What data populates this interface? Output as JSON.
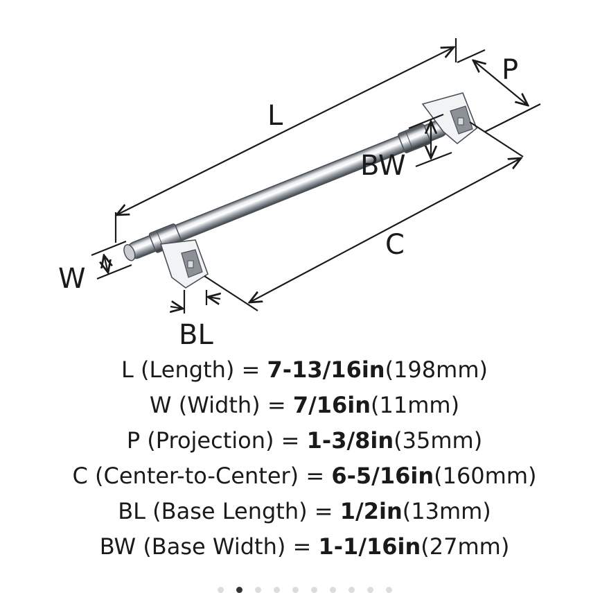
{
  "labels": {
    "L": "L",
    "P": "P",
    "BW": "BW",
    "C": "C",
    "W": "W",
    "BL": "BL"
  },
  "specs": [
    {
      "code": "L",
      "name": " (Length) = ",
      "imperial": "7-13/16in",
      "metric": "(198mm)"
    },
    {
      "code": "W",
      "name": " (Width) = ",
      "imperial": "7/16in",
      "metric": "(11mm)"
    },
    {
      "code": "P",
      "name": " (Projection) = ",
      "imperial": "1-3/8in",
      "metric": "(35mm)"
    },
    {
      "code": "C",
      "name": " (Center-to-Center) = ",
      "imperial": "6-5/16in",
      "metric": "(160mm)"
    },
    {
      "code": "BL",
      "name": " (Base Length) = ",
      "imperial": "1/2in",
      "metric": "(13mm)"
    },
    {
      "code": "BW",
      "name": " (Base Width) = ",
      "imperial": "1-1/16in",
      "metric": "(27mm)"
    }
  ],
  "carousel": {
    "total": 10,
    "active": 1
  },
  "colors": {
    "ink": "#1a1a1a",
    "chrome_dark": "#6f747c",
    "chrome_light": "#ffffff"
  }
}
